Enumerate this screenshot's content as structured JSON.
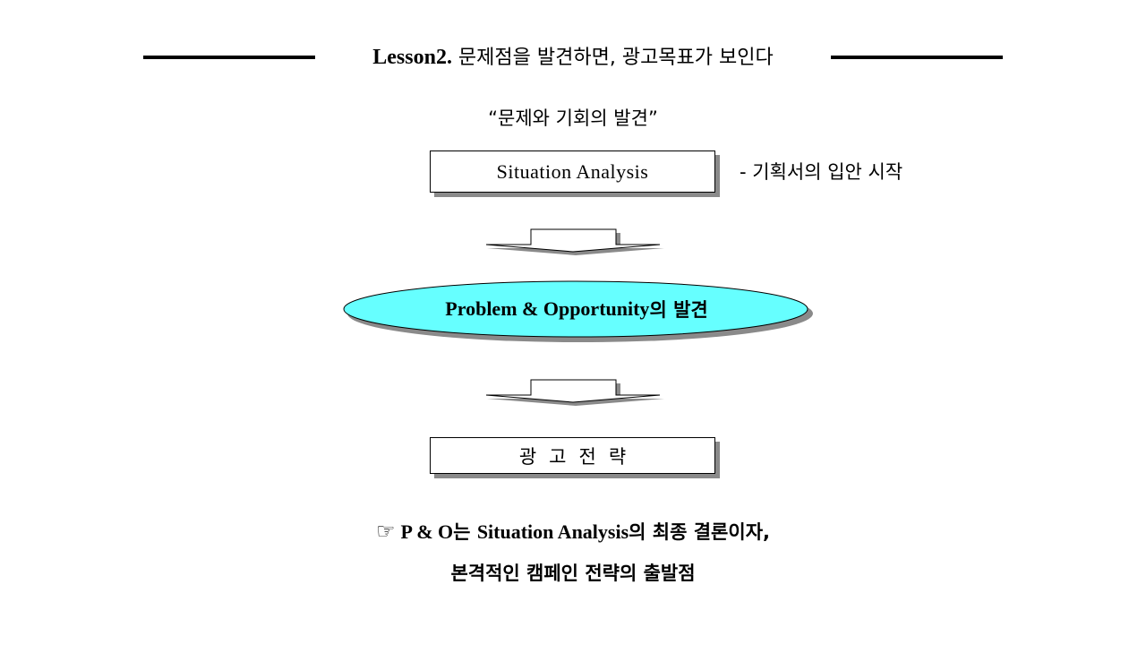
{
  "header": {
    "title_en": "Lesson2.",
    "title_ko": " 문제점을 발견하면, 광고목표가 보인다"
  },
  "quote": "“문제와 기회의 발견”",
  "flow": {
    "situation_box": "Situation Analysis",
    "situation_note": "- 기획서의 입안 시작",
    "ellipse_en": "Problem & Opportunity",
    "ellipse_ko": "의 발견",
    "strategy_box": "광고전략"
  },
  "conclusion": {
    "hand_icon": "☞",
    "line1_part1": "P & O",
    "line1_part2": "는 ",
    "line1_part3": "Situation  Analysis",
    "line1_part4": "의 최종 결론이자,",
    "line2": "본격적인 캠페인 전략의 출발점"
  },
  "colors": {
    "ellipse_fill": "#66FFFF",
    "shadow": "#8A8A8A"
  }
}
